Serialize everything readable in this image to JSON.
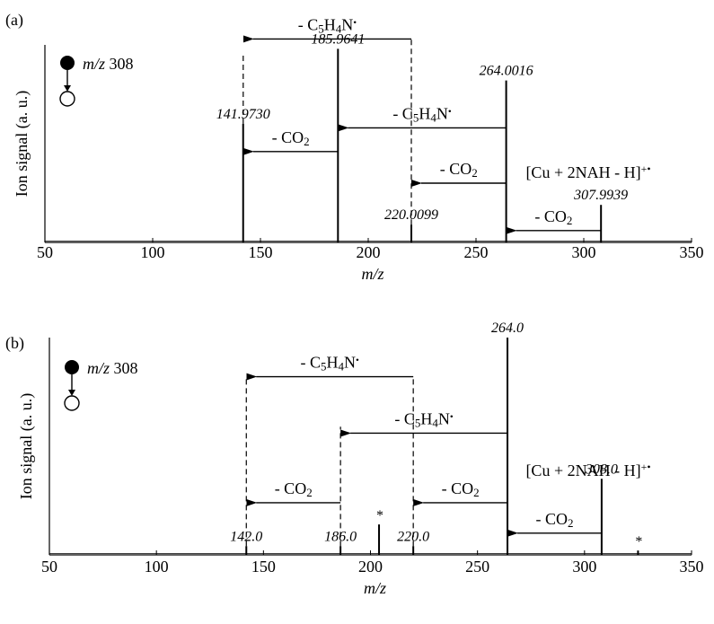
{
  "chart_data": [
    {
      "type": "bar",
      "panel_label": "(a)",
      "ylabel": "Ion signal (a. u.)",
      "xlabel": "m/z",
      "xlim": [
        50,
        350
      ],
      "ylim": [
        0,
        100
      ],
      "x_ticks": [
        50,
        100,
        150,
        200,
        250,
        300,
        350
      ],
      "precursor_label": "m/z 308",
      "peaks": [
        {
          "mz": 141.973,
          "intensity": 60,
          "label": "141.9730"
        },
        {
          "mz": 185.9641,
          "intensity": 98,
          "label": "185.9641"
        },
        {
          "mz": 220.0099,
          "intensity": 9,
          "label": "220.0099"
        },
        {
          "mz": 264.0016,
          "intensity": 82,
          "label": "264.0016"
        },
        {
          "mz": 307.9939,
          "intensity": 19,
          "label": "307.9939"
        }
      ],
      "ion_formula": {
        "base": "[Cu + 2NAH - H]",
        "sup": "+•"
      },
      "losses": [
        {
          "from": 220.0,
          "to": 142.0,
          "y": 103,
          "base": "- C",
          "sub1": "5",
          "mid": "H",
          "sub2": "4",
          "end": "N",
          "dot": "•"
        },
        {
          "from": 264.0,
          "to": 186.0,
          "y": 58,
          "base": "- C",
          "sub1": "5",
          "mid": "H",
          "sub2": "4",
          "end": "N",
          "dot": "•"
        },
        {
          "from": 186.0,
          "to": 142.0,
          "y": 46,
          "base": "- CO",
          "sub1": "2"
        },
        {
          "from": 264.0,
          "to": 220.0,
          "y": 30,
          "base": "- CO",
          "sub1": "2"
        },
        {
          "from": 308.0,
          "to": 264.0,
          "y": 6,
          "base": "- CO",
          "sub1": "2"
        }
      ],
      "dashed_lines": [
        {
          "mz": 142.0,
          "from": 60,
          "to": 96
        },
        {
          "mz": 220.0,
          "from": 9,
          "to": 103
        }
      ]
    },
    {
      "type": "bar",
      "panel_label": "(b)",
      "ylabel": "Ion signal (a. u.)",
      "xlabel": "m/z",
      "xlim": [
        50,
        350
      ],
      "ylim": [
        0,
        100
      ],
      "x_ticks": [
        50,
        100,
        150,
        200,
        250,
        300,
        350
      ],
      "precursor_label": "m/z 308",
      "peaks": [
        {
          "mz": 142.0,
          "intensity": 4,
          "label": "142.0"
        },
        {
          "mz": 186.0,
          "intensity": 4,
          "label": "186.0"
        },
        {
          "mz": 204.0,
          "intensity": 14,
          "label": "*"
        },
        {
          "mz": 220.0,
          "intensity": 4,
          "label": "220.0"
        },
        {
          "mz": 264.0,
          "intensity": 100,
          "label": "264.0"
        },
        {
          "mz": 308.0,
          "intensity": 35,
          "label": "308.0"
        },
        {
          "mz": 325.0,
          "intensity": 2,
          "label": "*"
        }
      ],
      "ion_formula": {
        "base": "[Cu + 2NAH - H]",
        "sup": "+•"
      },
      "losses": [
        {
          "from": 220.0,
          "to": 142.0,
          "y": 82,
          "base": "- C",
          "sub1": "5",
          "mid": "H",
          "sub2": "4",
          "end": "N",
          "dot": "•"
        },
        {
          "from": 264.0,
          "to": 186.0,
          "y": 56,
          "base": "- C",
          "sub1": "5",
          "mid": "H",
          "sub2": "4",
          "end": "N",
          "dot": "•"
        },
        {
          "from": 186.0,
          "to": 142.0,
          "y": 24,
          "base": "- CO",
          "sub1": "2"
        },
        {
          "from": 264.0,
          "to": 220.0,
          "y": 24,
          "base": "- CO",
          "sub1": "2"
        },
        {
          "from": 308.0,
          "to": 264.0,
          "y": 10,
          "base": "- CO",
          "sub1": "2"
        }
      ],
      "dashed_lines": [
        {
          "mz": 142.0,
          "from": 4,
          "to": 82
        },
        {
          "mz": 186.0,
          "from": 4,
          "to": 59
        },
        {
          "mz": 220.0,
          "from": 4,
          "to": 82
        }
      ]
    }
  ]
}
